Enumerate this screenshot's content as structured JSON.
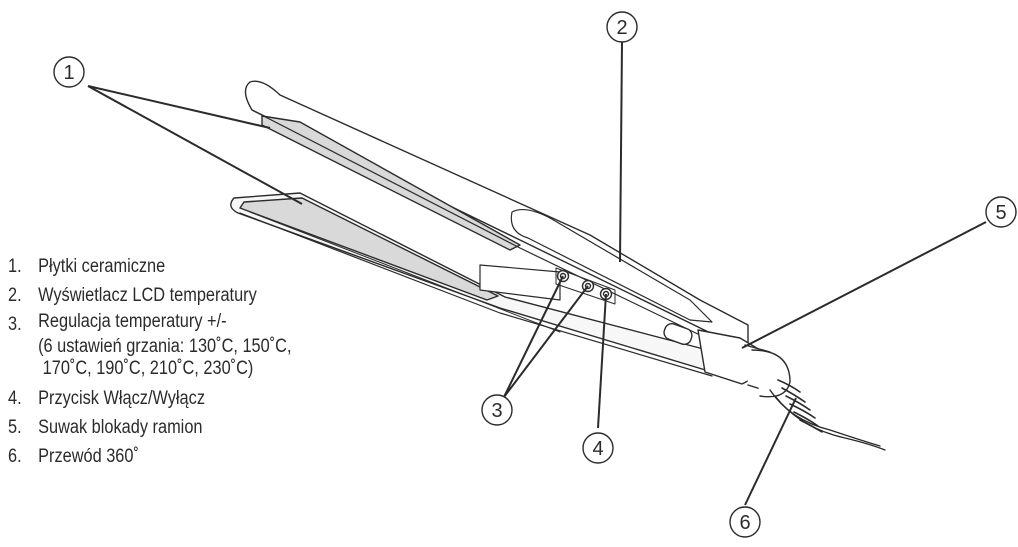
{
  "callouts": [
    "1",
    "2",
    "3",
    "4",
    "5",
    "6"
  ],
  "legend": [
    {
      "num": "1.",
      "lines": [
        "Płytki ceramiczne"
      ]
    },
    {
      "num": "2.",
      "lines": [
        "Wyświetlacz LCD temperatury"
      ]
    },
    {
      "num": "3.",
      "lines": [
        "Regulacja temperatury +/-",
        "(6 ustawień grzania: 130˚C, 150˚C,",
        " 170˚C, 190˚C, 210˚C, 230˚C)"
      ]
    },
    {
      "num": "4.",
      "lines": [
        "Przycisk Włącz/Wyłącz"
      ]
    },
    {
      "num": "5.",
      "lines": [
        "Suwak blokady ramion"
      ]
    },
    {
      "num": "6.",
      "lines": [
        "Przewód 360˚"
      ]
    }
  ],
  "colors": {
    "line": "#2b2b2b",
    "device_fill": "#ffffff",
    "device_shade": "#d9d9d9"
  }
}
